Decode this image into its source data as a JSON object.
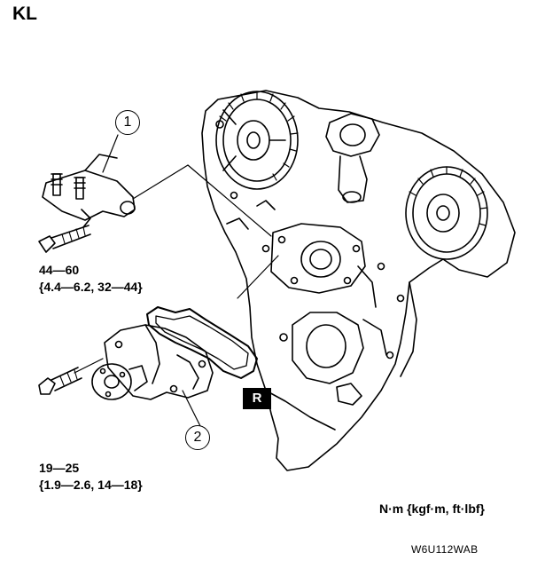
{
  "header": {
    "engine_code": "KL"
  },
  "callouts": {
    "bracket": "1",
    "water_pump": "2"
  },
  "torque_specs": {
    "bracket_bolt": {
      "nm": "44—60",
      "alt": "{4.4—6.2, 32—44}"
    },
    "pump_bolt": {
      "nm": "19—25",
      "alt": "{1.9—2.6, 14—18}"
    }
  },
  "badges": {
    "replace": "R"
  },
  "footer": {
    "units": "N·m {kgf·m, ft·lbf}",
    "figure_code": "W6U112WAB"
  }
}
